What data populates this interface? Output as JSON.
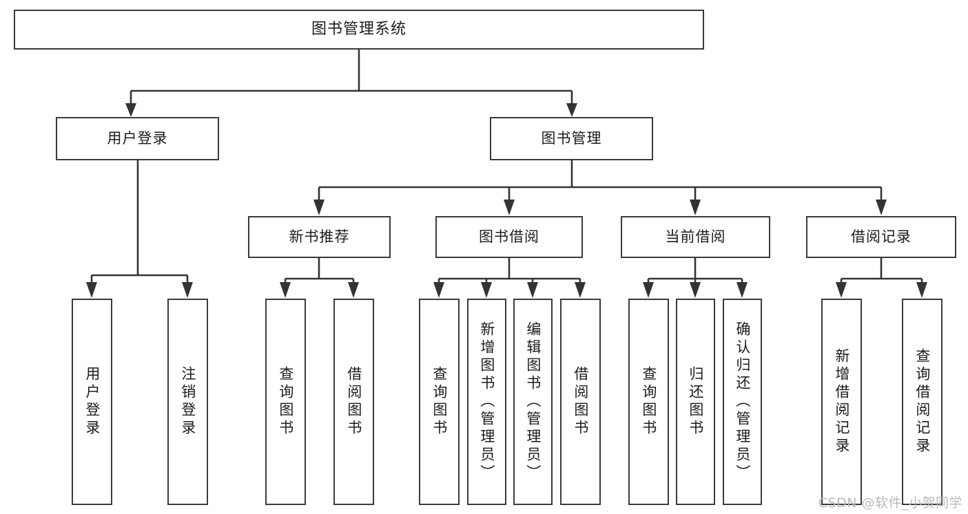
{
  "diagram": {
    "title": "图书管理系统",
    "type": "tree-hierarchy",
    "watermark": "CSDN @软件_小贺同学",
    "nodes": {
      "root": {
        "label": "图书管理系统"
      },
      "level2": [
        {
          "id": "user-login",
          "label": "用户登录"
        },
        {
          "id": "book-manage",
          "label": "图书管理"
        }
      ],
      "level3": [
        {
          "id": "new-book-recommend",
          "label": "新书推荐"
        },
        {
          "id": "book-borrow",
          "label": "图书借阅"
        },
        {
          "id": "current-borrow",
          "label": "当前借阅"
        },
        {
          "id": "borrow-record",
          "label": "借阅记录"
        }
      ],
      "leaves": {
        "user_login": [
          {
            "id": "leaf-user-login",
            "label": "用户登录"
          },
          {
            "id": "leaf-logout-login",
            "label": "注销登录"
          }
        ],
        "new_book_recommend": [
          {
            "id": "leaf-query-book-1",
            "label": "查询图书"
          },
          {
            "id": "leaf-borrow-book-1",
            "label": "借阅图书"
          }
        ],
        "book_borrow": [
          {
            "id": "leaf-query-book-2",
            "label": "查询图书"
          },
          {
            "id": "leaf-add-book",
            "label": "新增图书（管理员）"
          },
          {
            "id": "leaf-edit-book",
            "label": "编辑图书（管理员）"
          },
          {
            "id": "leaf-borrow-book-2",
            "label": "借阅图书"
          }
        ],
        "current_borrow": [
          {
            "id": "leaf-query-book-3",
            "label": "查询图书"
          },
          {
            "id": "leaf-return-book",
            "label": "归还图书"
          },
          {
            "id": "leaf-confirm-return",
            "label": "确认归还（管理员）"
          }
        ],
        "borrow_record": [
          {
            "id": "leaf-add-record",
            "label": "新增借阅记录"
          },
          {
            "id": "leaf-query-record",
            "label": "查询借阅记录"
          }
        ]
      }
    },
    "colors": {
      "box_border": "#3a3a3a",
      "box_fill": "#ffffff",
      "connector": "#333333",
      "text": "#1b1b1b",
      "watermark": "#b9b9b9",
      "background": "#ffffff"
    }
  }
}
